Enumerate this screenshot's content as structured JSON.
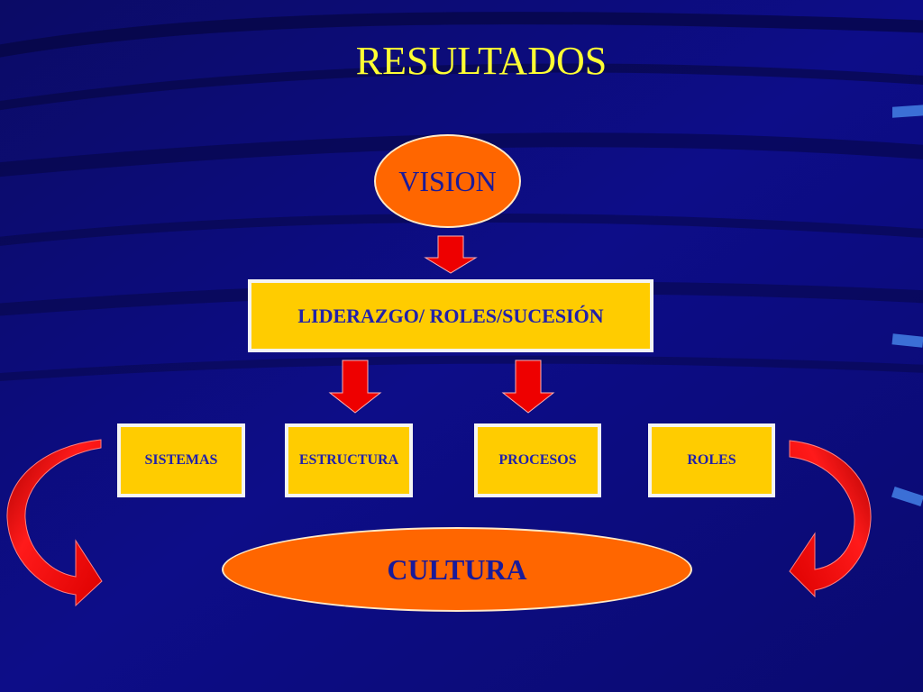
{
  "title": "RESULTADOS",
  "nodes": {
    "vision": "VISION",
    "leadership": "LIDERAZGO/ ROLES/SUCESIÓN",
    "pillars": [
      "SISTEMAS",
      "ESTRUCTURA",
      "PROCESOS",
      "ROLES"
    ],
    "culture": "CULTURA"
  },
  "colors": {
    "background": "#0A0A7A",
    "title": "#FFFF33",
    "ellipse_fill": "#FF6600",
    "box_fill": "#FFCC00",
    "box_text": "#2222AA",
    "arrow_fill": "#EE0000"
  }
}
